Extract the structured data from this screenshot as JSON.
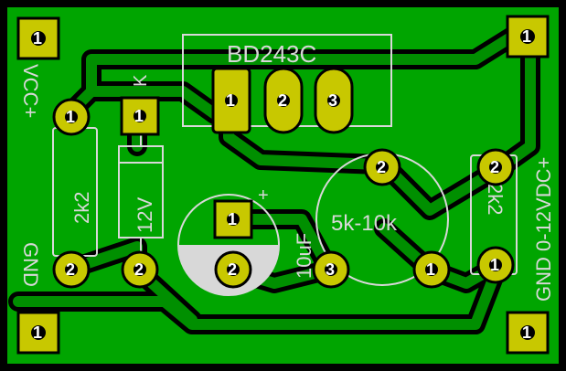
{
  "colors": {
    "board": "#000000",
    "copper": "#008f00",
    "copper_fill": "#00a500",
    "pad": "#c8c800",
    "silkscreen": "#d8d8d8"
  },
  "labels": {
    "transistor": "BD243C",
    "resistor_r1": "2k2",
    "zener": "12V",
    "capacitor": "10uF",
    "cap_plus": "+",
    "potentiometer": "5k-10k",
    "resistor_r2": "2k2",
    "vcc": "VCC+",
    "gnd_left": "GND",
    "output": "GND 0-12VDC+",
    "zener_k": "K"
  },
  "pads": {
    "mount_tl": "1",
    "mount_tr": "1",
    "mount_bl": "1",
    "mount_br": "1",
    "r1_1": "1",
    "r1_2": "2",
    "d1_1": "1",
    "d1_2": "2",
    "q1_1": "1",
    "q1_2": "2",
    "q1_3": "3",
    "c1_1": "1",
    "c1_2": "2",
    "pot_1": "1",
    "pot_2": "2",
    "pot_3": "3",
    "r2_1": "1",
    "r2_2": "2"
  }
}
